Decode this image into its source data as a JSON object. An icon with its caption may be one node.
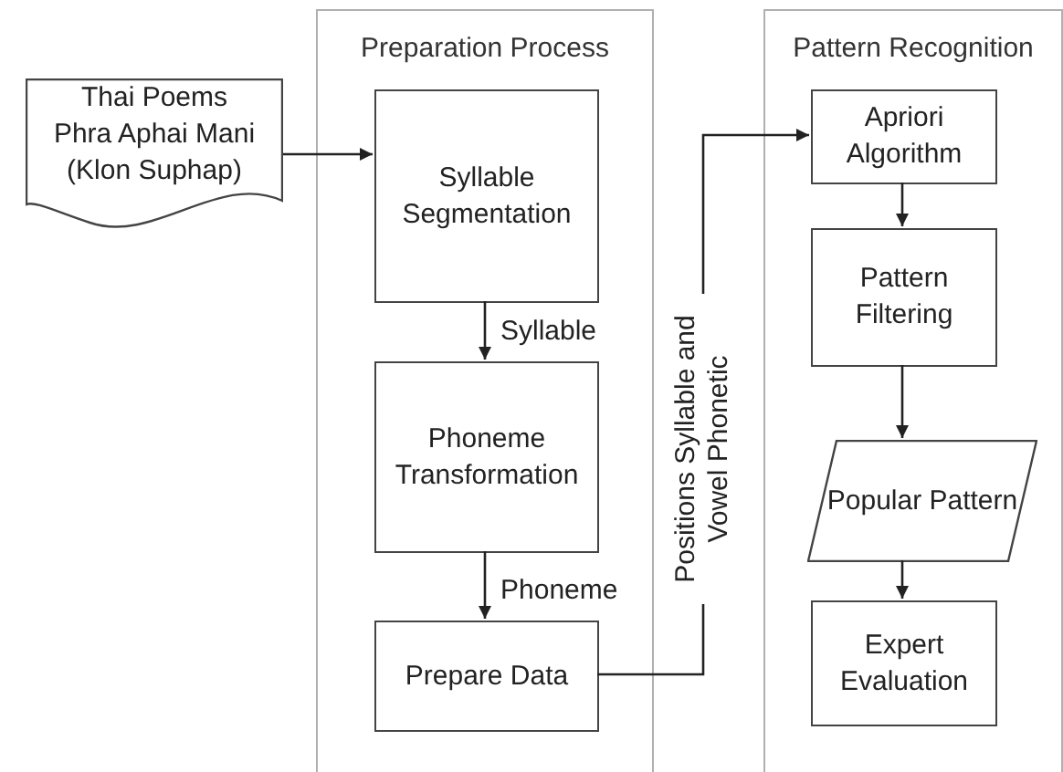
{
  "diagram": {
    "nodes": [
      {
        "text": [
          "Thai Poems",
          "Phra Aphai Mani",
          "(Klon Suphap)"
        ]
      },
      {
        "text": [
          "Preparation Process"
        ]
      },
      {
        "text": [
          "Syllable Segmentation"
        ],
        "in": 1
      },
      {
        "text": [
          "Phoneme Transformation"
        ],
        "in": 1
      },
      {
        "text": [
          "Prepare Data"
        ],
        "in": 1
      },
      {
        "text": [
          "Pattern Recognition"
        ]
      },
      {
        "text": [
          "Apriori Algorithm"
        ],
        "in": 5
      },
      {
        "text": [
          "Pattern Filtering"
        ],
        "in": 5
      },
      {
        "text": [
          "Popular Pattern"
        ],
        "in": 5
      },
      {
        "text": [
          "Expert Evaluation"
        ],
        "in": 5
      }
    ],
    "edges": [
      {
        "from": 0,
        "to": 2,
        "arrow": "to"
      },
      {
        "from": 2,
        "to": 3,
        "arrow": "to",
        "label": "Syllable"
      },
      {
        "from": 3,
        "to": 4,
        "arrow": "to",
        "label": "Phoneme"
      },
      {
        "from": 4,
        "to": 6,
        "arrow": "to",
        "label": "Positions Syllable and Vowel Phonetic"
      },
      {
        "from": 6,
        "to": 7,
        "arrow": "to"
      },
      {
        "from": 7,
        "to": 8,
        "arrow": "to"
      },
      {
        "from": 8,
        "to": 9,
        "arrow": "to"
      }
    ]
  }
}
